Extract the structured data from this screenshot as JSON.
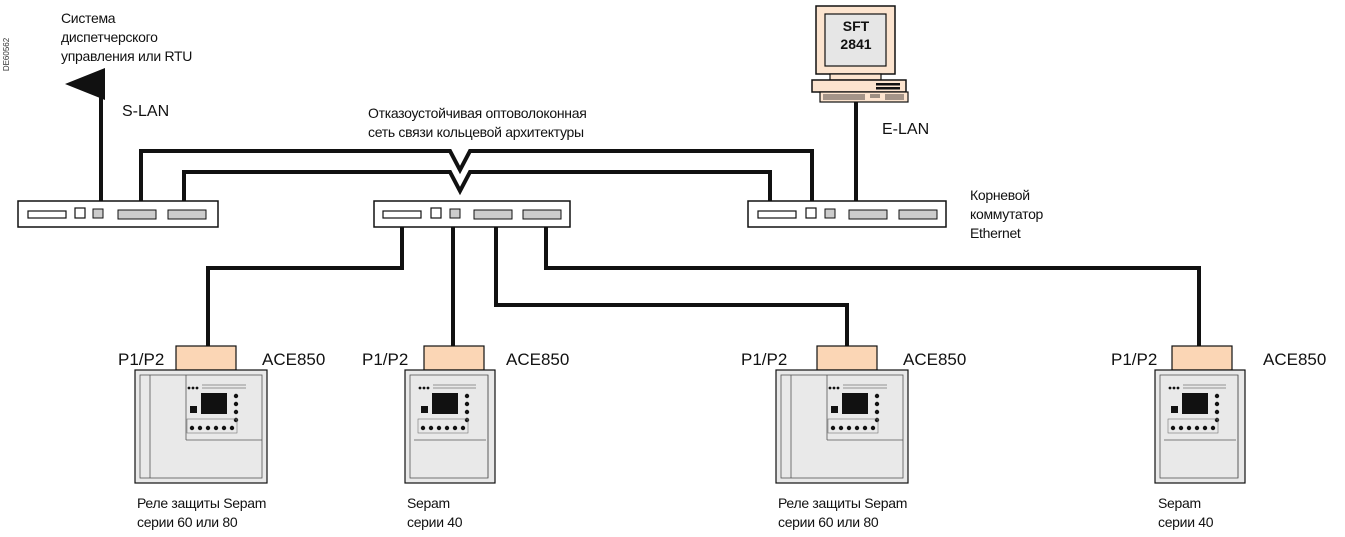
{
  "doc_id": "DE60562",
  "scada": {
    "line1": "Система",
    "line2": "диспетчерского",
    "line3": "управления или RTU"
  },
  "slan": "S-LAN",
  "elan": "E-LAN",
  "ring": {
    "line1": "Отказоустойчивая оптоволоконная",
    "line2": "сеть связи кольцевой архитектуры"
  },
  "root_switch": {
    "line1": "Корневой",
    "line2": "коммутатор",
    "line3": "Ethernet"
  },
  "pc_screen": {
    "line1": "SFT",
    "line2": "2841"
  },
  "relays": [
    {
      "port": "P1/P2",
      "module": "ACE850",
      "line1": "Реле защиты Sepam",
      "line2": "серии 60 или 80"
    },
    {
      "port": "P1/P2",
      "module": "ACE850",
      "line1": "Sepam",
      "line2": "серии 40"
    },
    {
      "port": "P1/P2",
      "module": "ACE850",
      "line1": "Реле защиты Sepam",
      "line2": "серии 60 или 80"
    },
    {
      "port": "P1/P2",
      "module": "ACE850",
      "line1": "Sepam",
      "line2": "серии 40"
    }
  ]
}
